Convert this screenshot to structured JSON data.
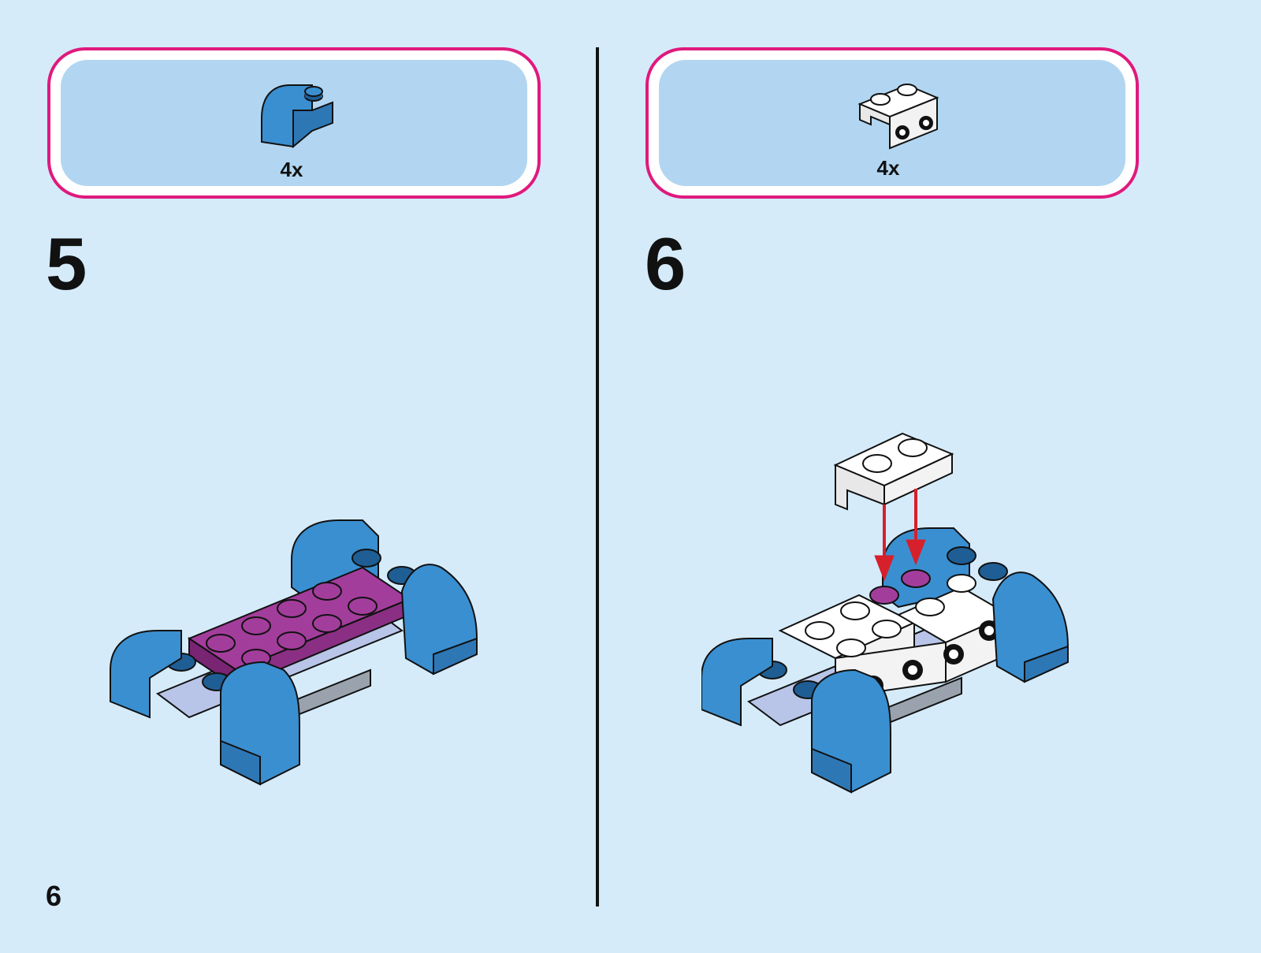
{
  "page": {
    "number": "6"
  },
  "steps": [
    {
      "number": "5",
      "parts": [
        {
          "quantity": "4x",
          "part": "blue-curved-slope-brick"
        }
      ]
    },
    {
      "number": "6",
      "parts": [
        {
          "quantity": "4x",
          "part": "white-bracket-plate"
        }
      ]
    }
  ],
  "colors": {
    "background": "#d5ebfa",
    "parts_box_border": "#e0197d",
    "parts_box_fill": "#b2d6f1",
    "brick_blue": "#3a8fd0",
    "brick_purple": "#a33d9c",
    "arrow_red": "#d6202b"
  }
}
